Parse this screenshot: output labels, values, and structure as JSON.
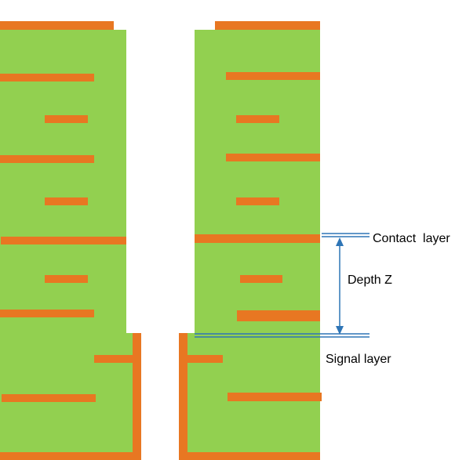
{
  "colors": {
    "dielectric": "#92D050",
    "copper": "#E87722",
    "dimension": "#2E75B6",
    "text": "#000000"
  },
  "labels": {
    "contact_layer": "Contact  layer",
    "depth": "Depth Z",
    "signal_layer": "Signal layer"
  }
}
